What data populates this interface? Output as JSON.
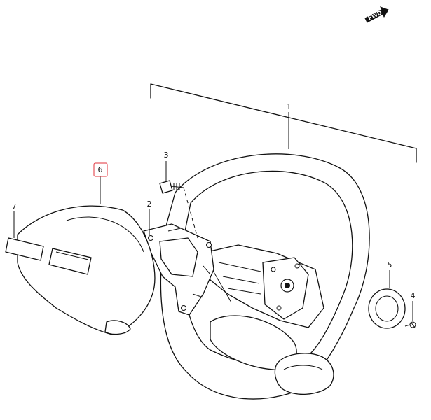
{
  "fwd_label": "FWD",
  "highlight_color": "#e0303a",
  "callouts": {
    "p1": "1",
    "p2": "2",
    "p3": "3",
    "p4": "4",
    "p5": "5",
    "p6": "6",
    "p7": "7"
  },
  "highlighted_part": "6"
}
